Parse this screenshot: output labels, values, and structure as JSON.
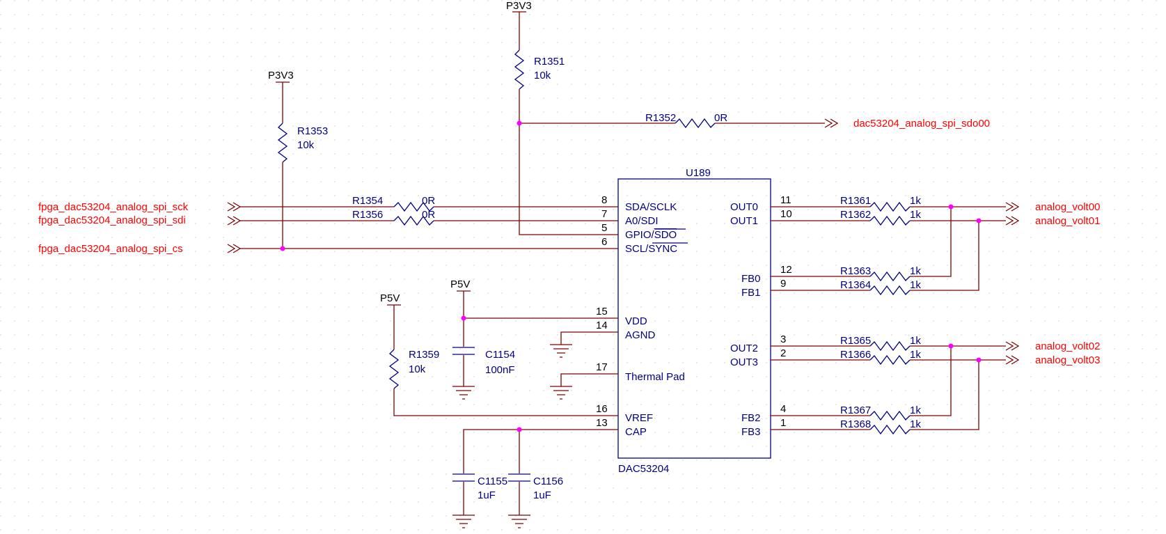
{
  "power": {
    "p3v3": "P3V3",
    "p5v": "P5V"
  },
  "ic": {
    "ref": "U189",
    "part": "DAC53204",
    "pins_left": [
      {
        "num": "8",
        "name": "SDA/SCLK"
      },
      {
        "num": "7",
        "name": "A0/SDI"
      },
      {
        "num": "5",
        "name": "GPIO/",
        "name_ov": "SDO"
      },
      {
        "num": "6",
        "name": "SCL/",
        "name_ov": "SYNC"
      },
      {
        "num": "15",
        "name": "VDD"
      },
      {
        "num": "14",
        "name": "AGND"
      },
      {
        "num": "17",
        "name": "Thermal Pad"
      },
      {
        "num": "16",
        "name": "VREF"
      },
      {
        "num": "13",
        "name": "CAP"
      }
    ],
    "pins_right": [
      {
        "num": "11",
        "name": "OUT0"
      },
      {
        "num": "10",
        "name": "OUT1"
      },
      {
        "num": "12",
        "name": "FB0"
      },
      {
        "num": "9",
        "name": "FB1"
      },
      {
        "num": "3",
        "name": "OUT2"
      },
      {
        "num": "2",
        "name": "OUT3"
      },
      {
        "num": "4",
        "name": "FB2"
      },
      {
        "num": "1",
        "name": "FB3"
      }
    ]
  },
  "resistors": {
    "r1351": {
      "ref": "R1351",
      "value": "10k"
    },
    "r1352": {
      "ref": "R1352",
      "value": "0R"
    },
    "r1353": {
      "ref": "R1353",
      "value": "10k"
    },
    "r1354": {
      "ref": "R1354",
      "value": "0R"
    },
    "r1356": {
      "ref": "R1356",
      "value": "0R"
    },
    "r1359": {
      "ref": "R1359",
      "value": "10k"
    },
    "r1361": {
      "ref": "R1361",
      "value": "1k"
    },
    "r1362": {
      "ref": "R1362",
      "value": "1k"
    },
    "r1363": {
      "ref": "R1363",
      "value": "1k"
    },
    "r1364": {
      "ref": "R1364",
      "value": "1k"
    },
    "r1365": {
      "ref": "R1365",
      "value": "1k"
    },
    "r1366": {
      "ref": "R1366",
      "value": "1k"
    },
    "r1367": {
      "ref": "R1367",
      "value": "1k"
    },
    "r1368": {
      "ref": "R1368",
      "value": "1k"
    }
  },
  "capacitors": {
    "c1154": {
      "ref": "C1154",
      "value": "100nF"
    },
    "c1155": {
      "ref": "C1155",
      "value": "1uF"
    },
    "c1156": {
      "ref": "C1156",
      "value": "1uF"
    }
  },
  "nets": {
    "sdo": "dac53204_analog_spi_sdo00",
    "sck": "fpga_dac53204_analog_spi_sck",
    "sdi": "fpga_dac53204_analog_spi_sdi",
    "cs": "fpga_dac53204_analog_spi_cs",
    "v0": "analog_volt00",
    "v1": "analog_volt01",
    "v2": "analog_volt02",
    "v3": "analog_volt03"
  },
  "colors": {
    "wire": "#800000",
    "net_label": "#ff0000",
    "component": "#000080",
    "junction": "#ff00ff",
    "grid": "#c8c8c8"
  }
}
